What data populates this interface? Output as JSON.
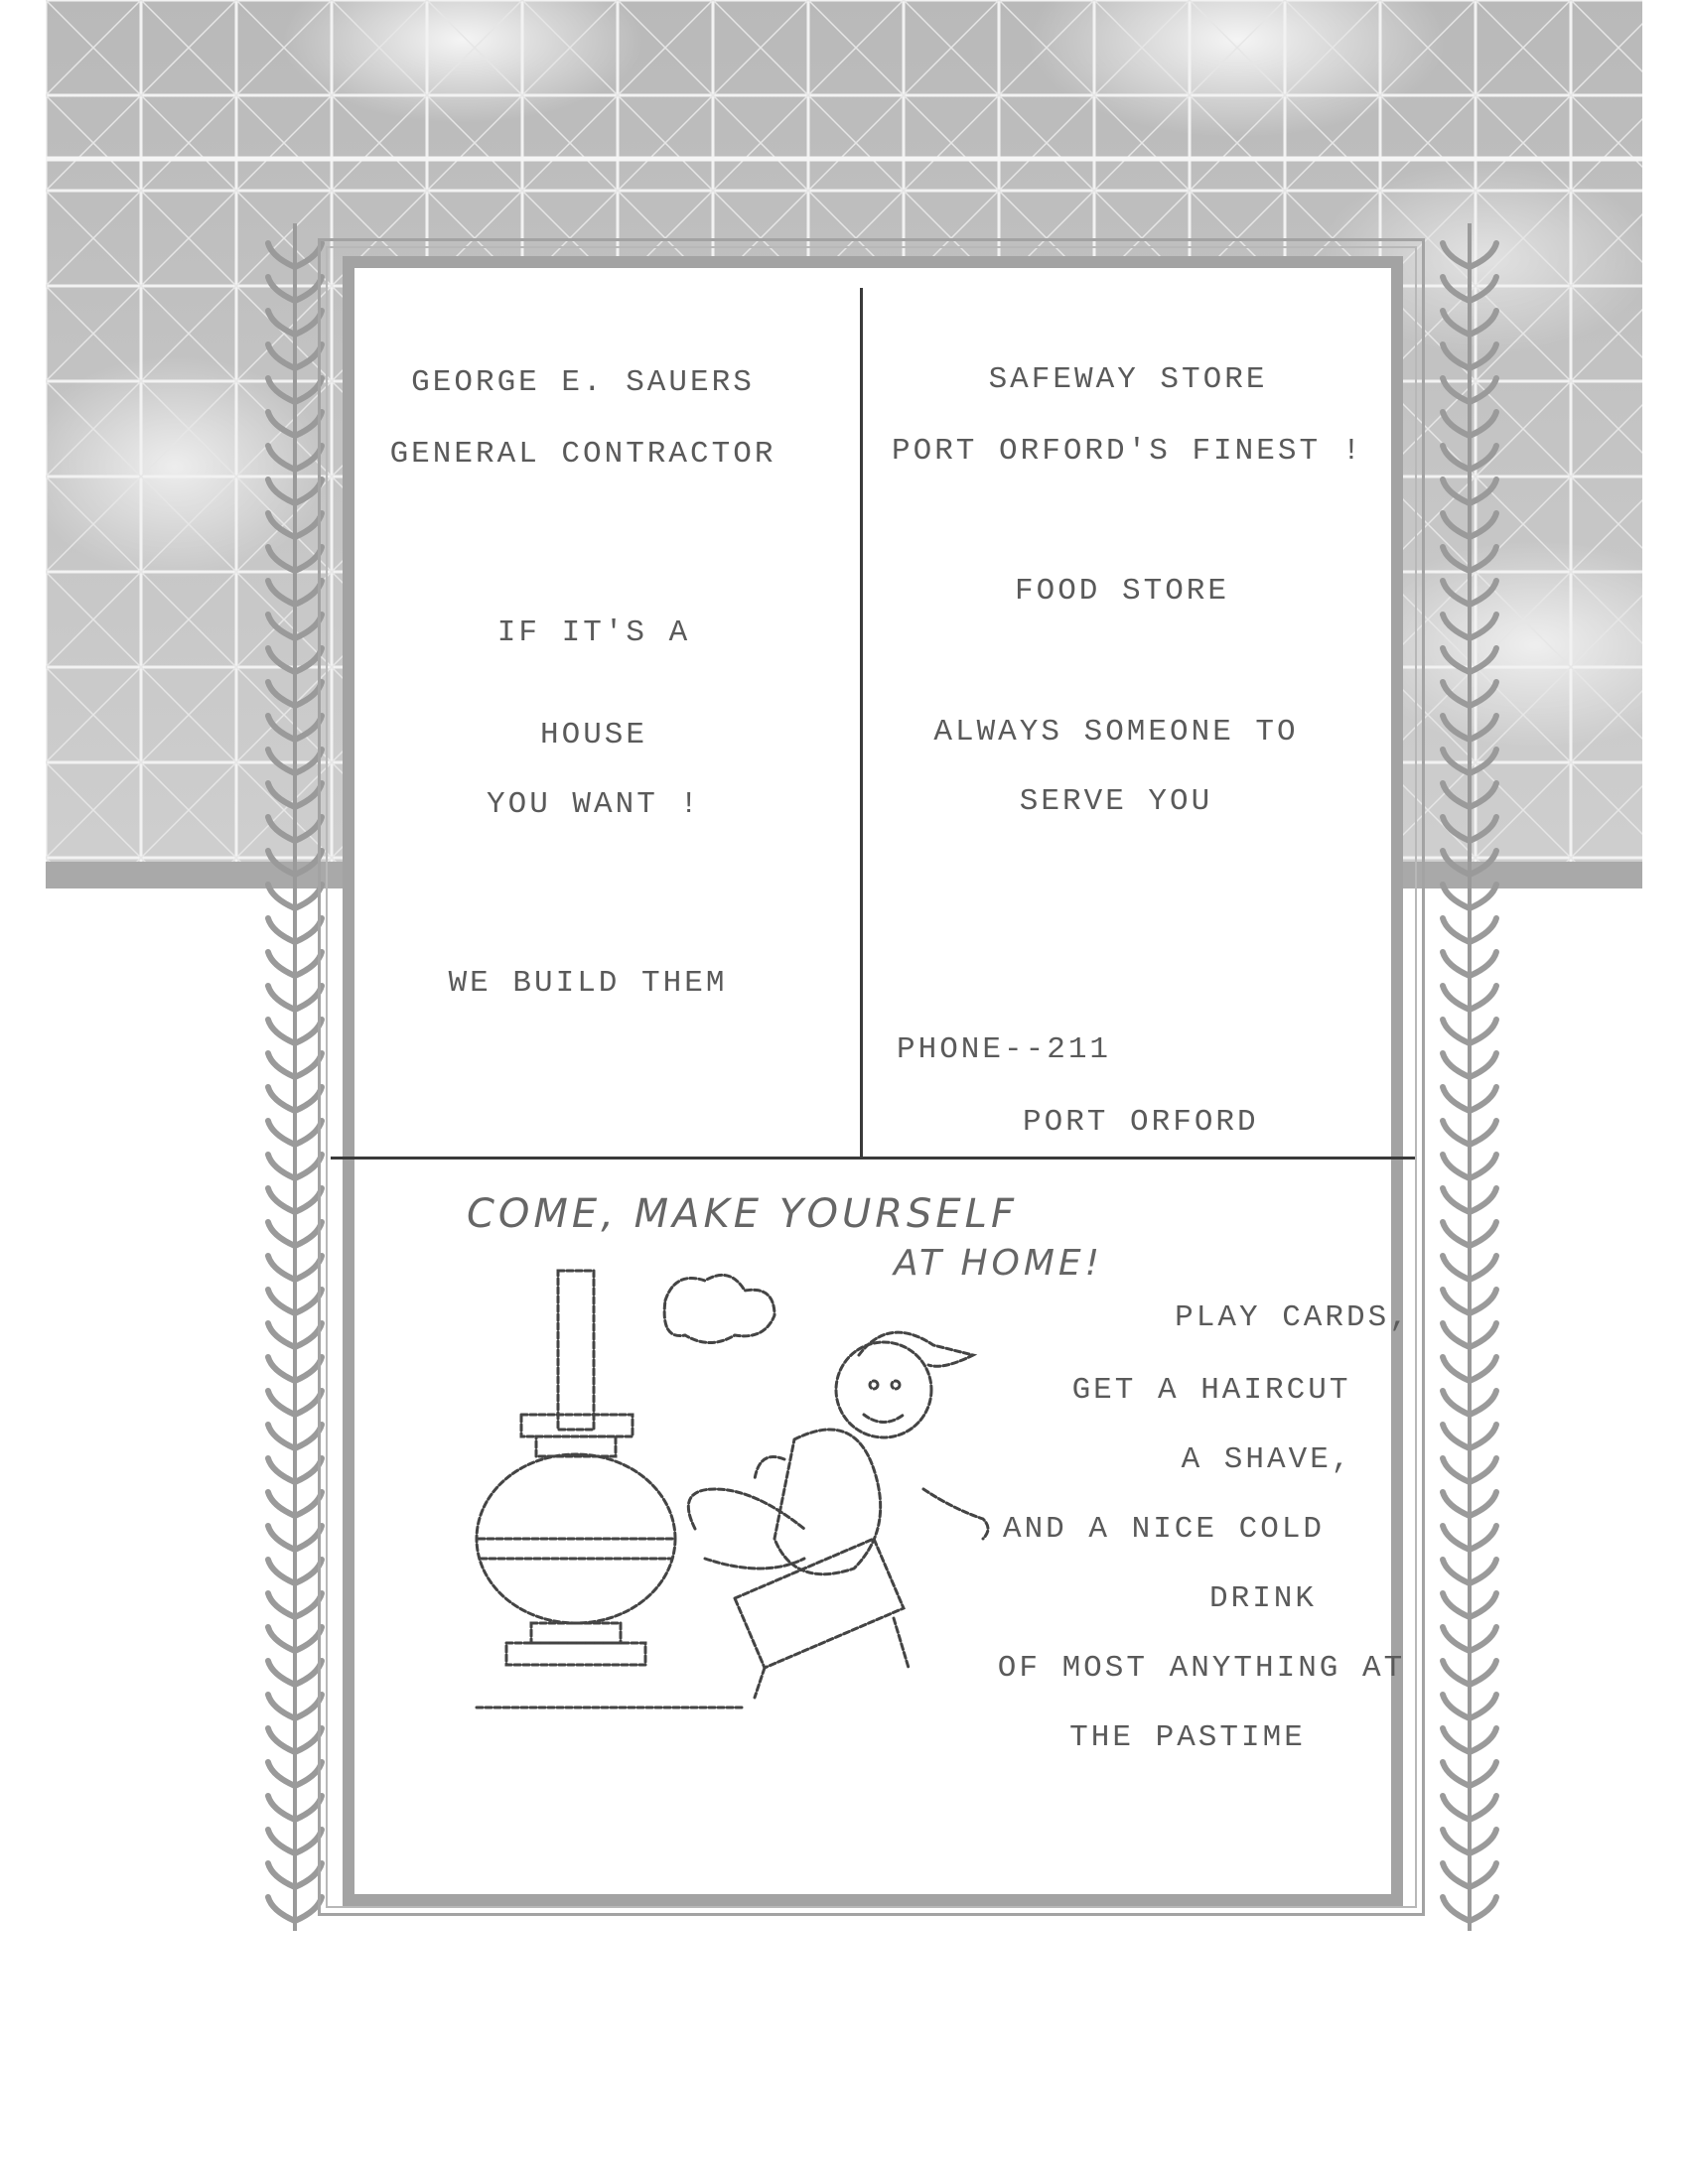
{
  "left_ad": {
    "name": "GEORGE E. SAUERS",
    "title": "GENERAL CONTRACTOR",
    "line1": "IF IT'S A",
    "line2": "HOUSE",
    "line3": "YOU WANT !",
    "line4": "WE BUILD THEM"
  },
  "right_ad": {
    "name": "SAFEWAY STORE",
    "tagline": "PORT ORFORD'S FINEST !",
    "line1": "FOOD STORE",
    "line2": "ALWAYS SOMEONE TO",
    "line3": "SERVE YOU",
    "phone": "PHONE--211",
    "location": "PORT ORFORD"
  },
  "bottom_ad": {
    "headline_1": "COME, MAKE YOURSELF",
    "headline_2": "AT HOME!",
    "line1": "PLAY CARDS,",
    "line2": "GET A HAIRCUT",
    "line3": "A SHAVE,",
    "line4": "AND A NICE COLD",
    "line5": "DRINK",
    "line6": "OF MOST ANYTHING AT",
    "line7": "THE PASTIME"
  }
}
